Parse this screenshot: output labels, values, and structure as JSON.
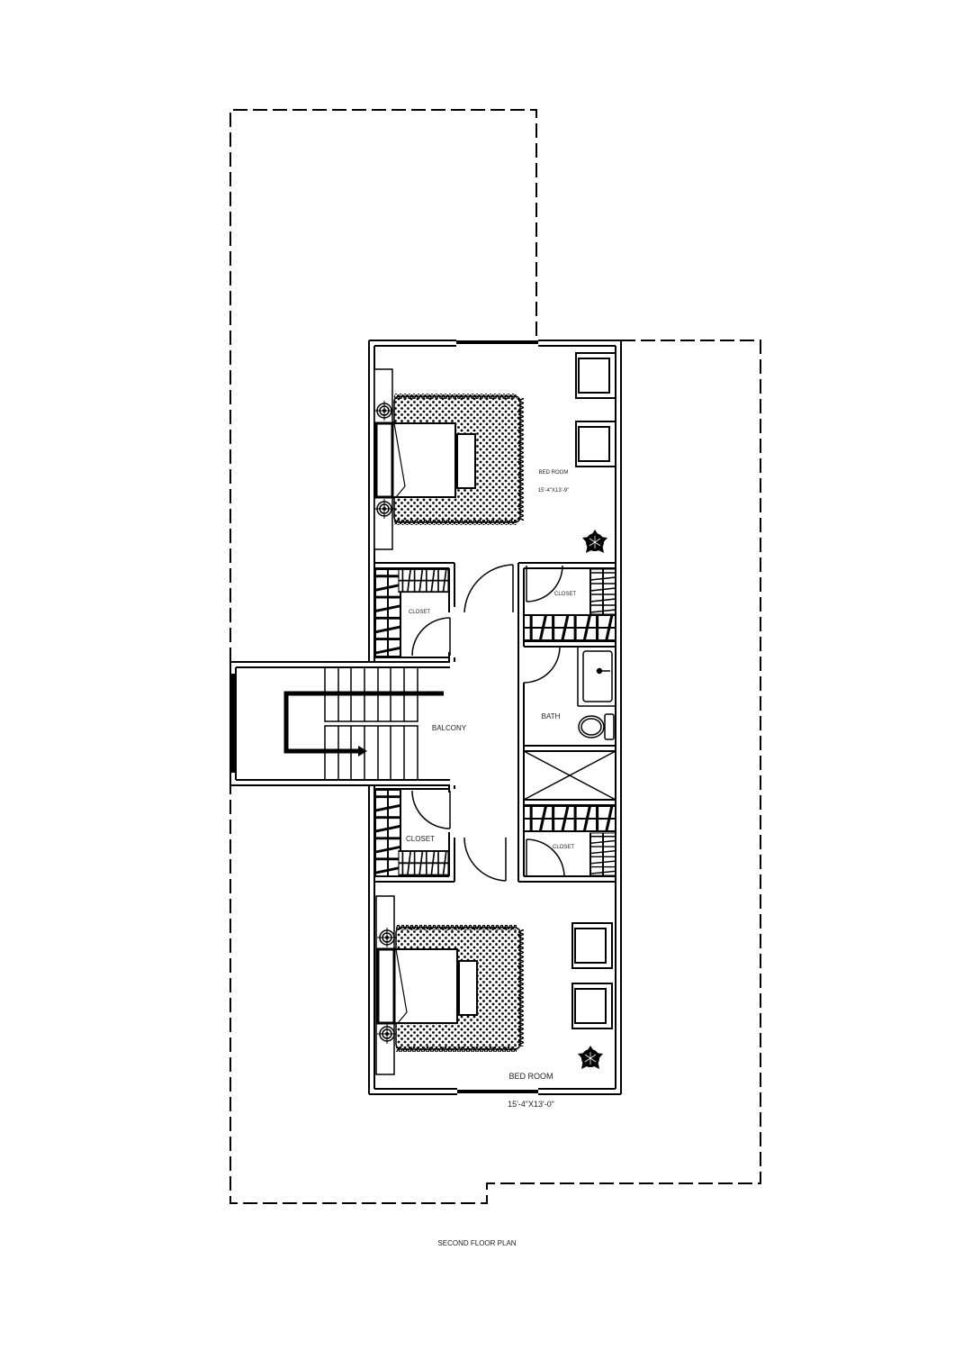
{
  "drawing": {
    "title": "SECOND FLOOR PLAN",
    "line_color": "#000000",
    "background": "#ffffff"
  },
  "rooms": {
    "bedroom_top": {
      "name": "BED ROOM",
      "dimensions": "15'-4\"X13'-9\""
    },
    "bedroom_bottom": {
      "name": "BED ROOM",
      "dimensions": "15'-4\"X13'-0\""
    },
    "closet_top_left": {
      "name": "CLOSET"
    },
    "closet_top_right": {
      "name": "CLOSET"
    },
    "closet_bottom_left": {
      "name": "CLOSET"
    },
    "closet_bottom_right": {
      "name": "CLOSET"
    },
    "bath": {
      "name": "BATH"
    },
    "balcony": {
      "name": "BALCONY"
    }
  },
  "symbols": {
    "beds": 2,
    "armchairs": 4,
    "nightstand_lamps": 4,
    "plants": 2,
    "toilet": 1,
    "sink": 1,
    "shaft": 1,
    "staircase": 1
  }
}
